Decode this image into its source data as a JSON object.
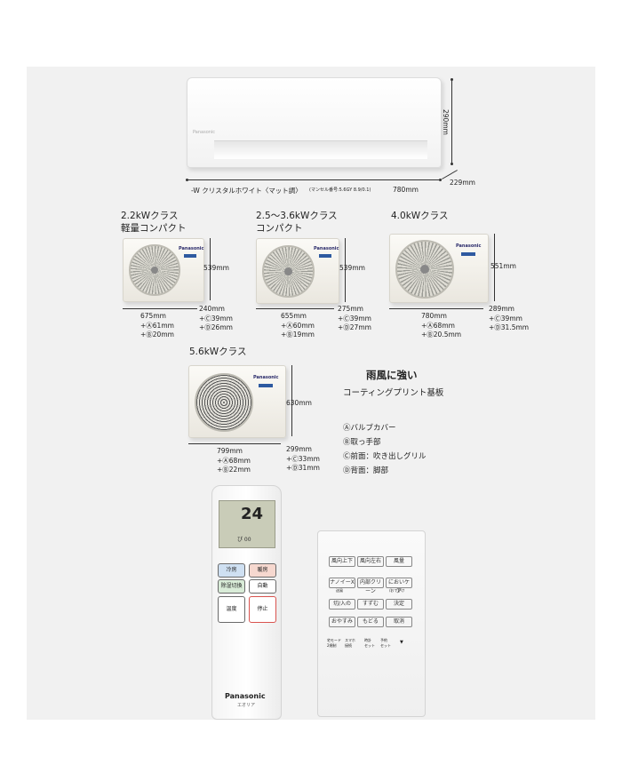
{
  "indoor": {
    "color_note": "-W クリスタルホワイト〈マット調〉",
    "munsell_note": "(マンセル番号:5.6GY 8.9/0.1)",
    "width": "780mm",
    "depth": "229mm",
    "height": "290mm",
    "logo": "Panasonic"
  },
  "outdoor_units": [
    {
      "class_label": "2.2kWクラス",
      "subtitle": "軽量コンパクト",
      "width": "675mm",
      "height": "539mm",
      "depth": "240mm",
      "add_a": "+Ⓐ61mm",
      "add_b": "+Ⓑ20mm",
      "add_c": "+Ⓒ39mm",
      "add_d": "+Ⓓ26mm",
      "brand": "Panasonic"
    },
    {
      "class_label": "2.5〜3.6kWクラス",
      "subtitle": "コンパクト",
      "width": "655mm",
      "height": "539mm",
      "depth": "275mm",
      "add_a": "+Ⓐ60mm",
      "add_b": "+Ⓑ19mm",
      "add_c": "+Ⓒ39mm",
      "add_d": "+Ⓓ27mm",
      "brand": "Panasonic"
    },
    {
      "class_label": "4.0kWクラス",
      "subtitle": "",
      "width": "780mm",
      "height": "551mm",
      "depth": "289mm",
      "add_a": "+Ⓐ68mm",
      "add_b": "+Ⓑ20.5mm",
      "add_c": "+Ⓒ39mm",
      "add_d": "+Ⓓ31.5mm",
      "brand": "Panasonic"
    },
    {
      "class_label": "5.6kWクラス",
      "subtitle": "",
      "width": "799mm",
      "height": "630mm",
      "depth": "299mm",
      "add_a": "+Ⓐ68mm",
      "add_b": "+Ⓑ22mm",
      "add_c": "+Ⓒ33mm",
      "add_d": "+Ⓓ31mm",
      "brand": "Panasonic"
    }
  ],
  "feature": {
    "title": "雨風に強い",
    "subtitle": "コーティングプリント基板"
  },
  "legend": [
    "Ⓐバルブカバー",
    "Ⓑ取っ手部",
    "Ⓒ前面：吹き出しグリル",
    "Ⓓ背面：脚部"
  ],
  "remote": {
    "lcd_temp": "24",
    "lcd_small": "ぴ 00",
    "buttons": [
      "冷房",
      "暖房",
      "除湿切換",
      "自動",
      "温度",
      "停止"
    ],
    "brand": "Panasonic",
    "sub_brand": "エオリア"
  },
  "remote_inner": {
    "buttons": [
      "風向上下",
      "風向左右",
      "風量",
      "ナノイーX",
      "内部クリーン",
      "においケア",
      "切/入の",
      "すずむ",
      "決定",
      "おやすみ",
      "もどる",
      "取消"
    ],
    "small_labels": [
      "送風",
      "/おでかけ",
      "宅モード",
      "スマホ",
      "時計",
      "予約",
      "2規制",
      "接続",
      "セット",
      "セット"
    ],
    "arrow": "▼"
  },
  "colors": {
    "panel_bg": "#f1f1f1",
    "unit_body": "#f3f1ea",
    "cool_button": "#cfe0f2",
    "heat_button": "#f6d8cf",
    "stop_border": "#d9534f",
    "lcd_bg": "#c9ccb8"
  }
}
